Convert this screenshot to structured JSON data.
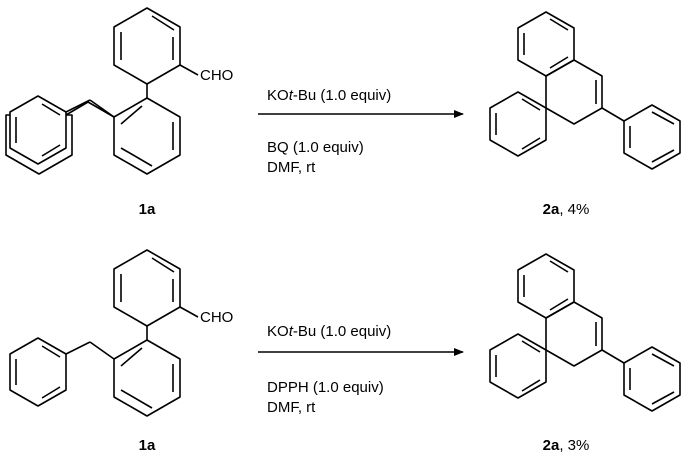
{
  "reactions": [
    {
      "substrate": {
        "substituent": "CHO",
        "label": "1a"
      },
      "conditions": {
        "line1_prefix": "KO",
        "line1_italic": "t",
        "line1_suffix": "-Bu (1.0 equiv)",
        "line2": "BQ (1.0 equiv)",
        "line3": "DMF, rt"
      },
      "product": {
        "label": "2a",
        "yield": ", 4%"
      }
    },
    {
      "substrate": {
        "substituent": "CHO",
        "label": "1a"
      },
      "conditions": {
        "line1_prefix": "KO",
        "line1_italic": "t",
        "line1_suffix": "-Bu (1.0 equiv)",
        "line2": "DPPH (1.0 equiv)",
        "line3": "DMF, rt"
      },
      "product": {
        "label": "2a",
        "yield": ", 3%"
      }
    }
  ]
}
